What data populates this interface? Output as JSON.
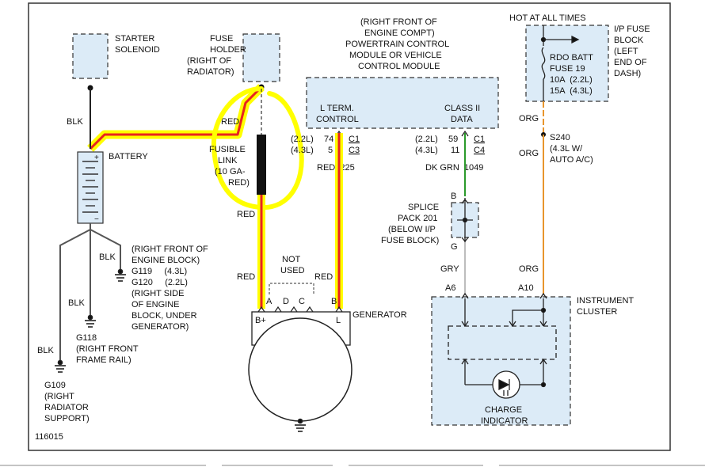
{
  "colors": {
    "highlight_yellow": "#ffff00",
    "highlight_red": "#e8231f",
    "wire_red": "#d11f1f",
    "wire_orange": "#e8952d",
    "wire_green": "#2b9a2b",
    "wire_gray": "#bdbdbd",
    "box_fill": "#dcebf7"
  },
  "starter": {
    "line1": "STARTER",
    "line2": "SOLENOID"
  },
  "fuse_holder": {
    "line1": "FUSE",
    "line2": "HOLDER",
    "line3": "(RIGHT OF",
    "line4": "RADIATOR)"
  },
  "pcm": {
    "note1": "(RIGHT FRONT OF",
    "note2": "ENGINE COMPT)",
    "name1": "POWERTRAIN CONTROL",
    "name2": "MODULE OR VEHICLE",
    "name3": "CONTROL MODULE",
    "lterm1": "L TERM.",
    "lterm2": "CONTROL",
    "class1": "CLASS II",
    "class2": "DATA"
  },
  "hot": "HOT AT ALL TIMES",
  "ip_fuse_block": {
    "l1": "I/P FUSE",
    "l2": "BLOCK",
    "l3": "(LEFT",
    "l4": "END OF",
    "l5": "DASH)"
  },
  "rdo_fuse": {
    "l1": "RDO BATT",
    "l2": "FUSE 19",
    "l3": "10A  (2.2L)",
    "l4": "15A  (4.3L)"
  },
  "battery": "BATTERY",
  "battery_plus": "+",
  "battery_minus": "−",
  "fusible_link": {
    "l1": "FUSIBLE",
    "l2": "LINK",
    "l3": "(10 GA-",
    "l4": "RED)"
  },
  "wire_labels": {
    "blk": "BLK",
    "red": "RED",
    "red225": "RED  225",
    "dkgrn": "DK GRN  1049",
    "org": "ORG",
    "gry": "GRY"
  },
  "connectors": {
    "c1_left": {
      "eng": "(2.2L)",
      "pin": "74",
      "conn": "C1"
    },
    "c3_left": {
      "eng": "(4.3L)",
      "pin": "5",
      "conn": "C3"
    },
    "c1_right": {
      "eng": "(2.2L)",
      "pin": "59",
      "conn": "C1"
    },
    "c4_right": {
      "eng": "(4.3L)",
      "pin": "11",
      "conn": "C4"
    }
  },
  "splice": {
    "b": "B",
    "g": "G",
    "l1": "SPLICE",
    "l2": "PACK 201",
    "l3": "(BELOW I/P",
    "l4": "FUSE BLOCK)"
  },
  "s240": {
    "l1": "S240",
    "l2": "(4.3L W/",
    "l3": "AUTO A/C)"
  },
  "grounds": {
    "g119_g120": {
      "l1": "(RIGHT FRONT OF",
      "l2": "ENGINE BLOCK)",
      "l3": "G119     (4.3L)",
      "l4": "G120     (2.2L)",
      "l5": "(RIGHT SIDE",
      "l6": "OF ENGINE",
      "l7": "BLOCK, UNDER",
      "l8": "GENERATOR)"
    },
    "g118": {
      "l1": "G118",
      "l2": "(RIGHT FRONT",
      "l3": "FRAME RAIL)"
    },
    "g109": {
      "l1": "G109",
      "l2": "(RIGHT",
      "l3": "RADIATOR",
      "l4": "SUPPORT)"
    }
  },
  "generator": {
    "name": "GENERATOR",
    "not_used1": "NOT",
    "not_used2": "USED",
    "pin_a": "A",
    "pin_b": "B",
    "pin_c": "C",
    "pin_d": "D",
    "pin_bplus": "B+",
    "pin_l": "L"
  },
  "cluster": {
    "name1": "INSTRUMENT",
    "name2": "CLUSTER",
    "a6": "A6",
    "a10": "A10",
    "charge1": "CHARGE",
    "charge2": "INDICATOR"
  },
  "figure_id": "116015"
}
